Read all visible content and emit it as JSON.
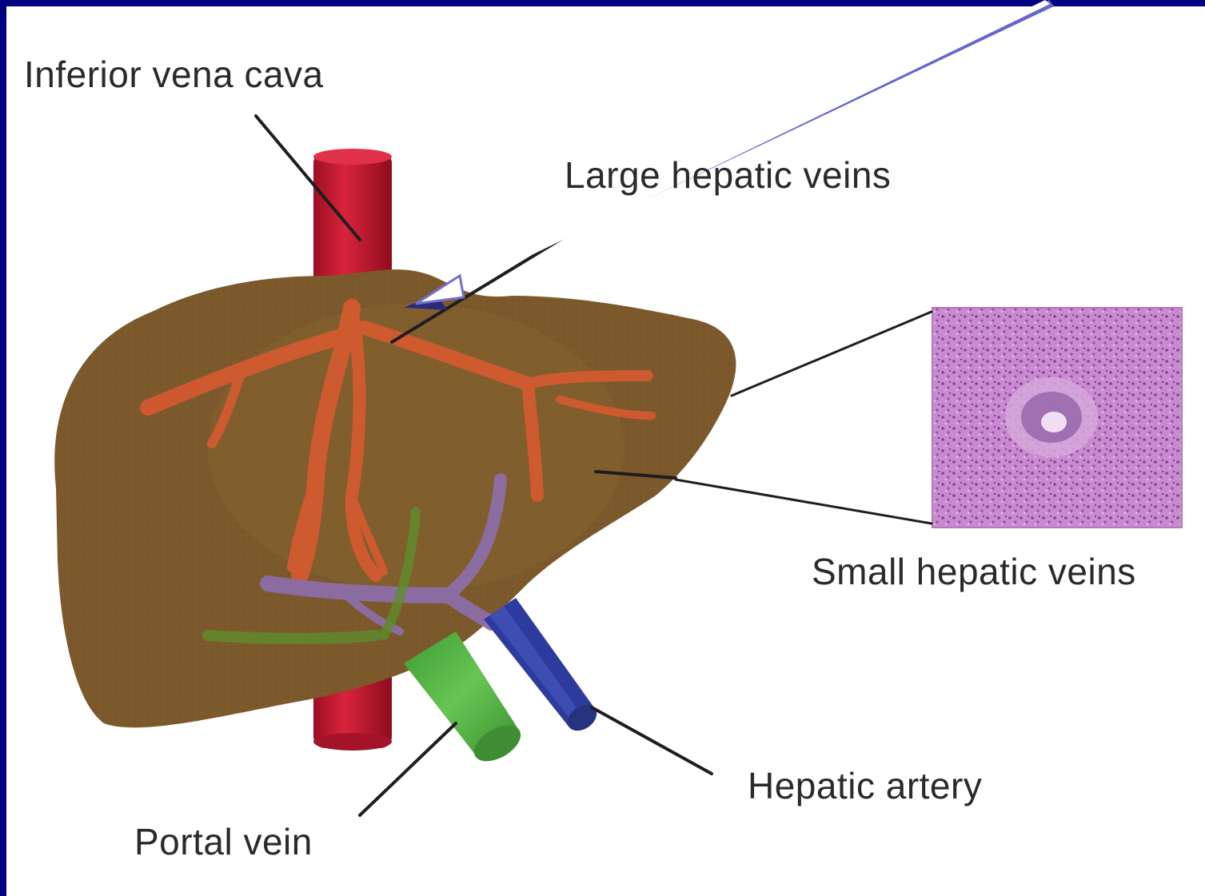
{
  "labels": {
    "inferior_vena_cava": "Inferior vena cava",
    "large_hepatic_veins": "Large hepatic veins",
    "small_hepatic_veins": "Small hepatic veins",
    "hepatic_artery": "Hepatic artery",
    "portal_vein": "Portal vein"
  },
  "colors": {
    "slide_background": "#000080",
    "panel": "#ffffff",
    "liver": "#7a5528",
    "vena_cava": "#c4162f",
    "hepatic_veins": "#d2582f",
    "portal_vein": "#4caf3c",
    "hepatic_artery": "#2f3fa0",
    "portal_branch": "#8a6fa6",
    "histology": "#c78ac9",
    "pointer_arrow": "#ffffff",
    "pointer_outline": "#6666cc"
  },
  "icons": {
    "pointer": "white-arrow-icon",
    "inset": "histology-micrograph"
  }
}
